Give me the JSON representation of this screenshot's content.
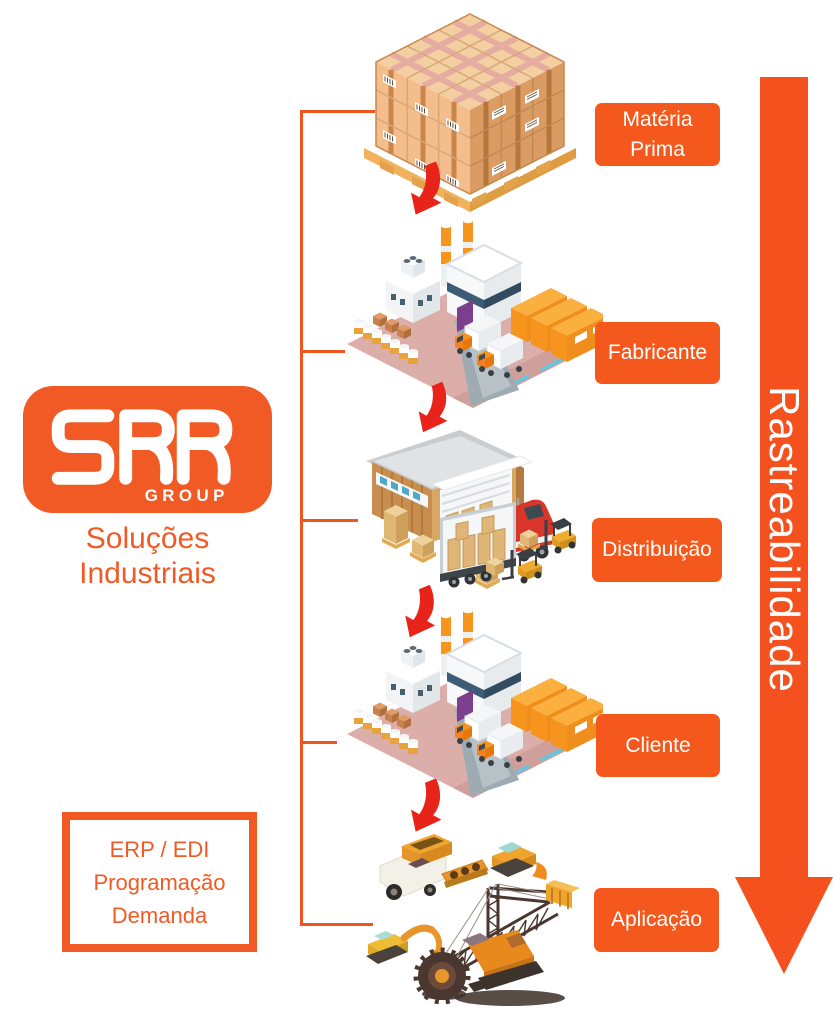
{
  "colors": {
    "accent_orange": "#F15A24",
    "label_orange": "#F4581C",
    "arrow_red": "#E8231A",
    "white": "#FFFFFF"
  },
  "logo": {
    "brand": "SRR",
    "group": "GROUP",
    "tagline1": "Soluções",
    "tagline2": "Industriais"
  },
  "tracking": {
    "label": "Rastreabilidade"
  },
  "erp": {
    "line1": "ERP / EDI",
    "line2": "Programação",
    "line3": "Demanda"
  },
  "stages": [
    {
      "label": "Matéria Prima",
      "icon": "pallet-boxes-icon"
    },
    {
      "label": "Fabricante",
      "icon": "factory-icon"
    },
    {
      "label": "Distribuição",
      "icon": "warehouse-truck-icon"
    },
    {
      "label": "Cliente",
      "icon": "factory-icon"
    },
    {
      "label": "Aplicação",
      "icon": "construction-machinery-icon"
    }
  ]
}
